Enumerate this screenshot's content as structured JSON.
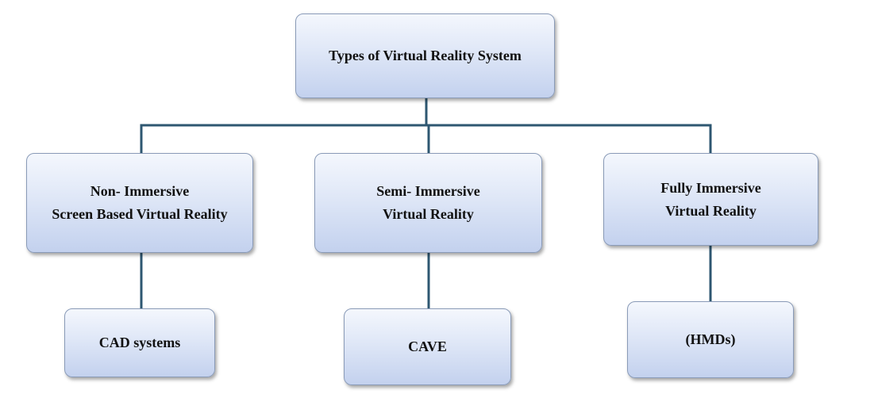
{
  "diagram": {
    "root": {
      "label": "Types of Virtual Reality System"
    },
    "categories": [
      {
        "line1": "Non- Immersive",
        "line2": "Screen Based Virtual Reality",
        "example": "CAD systems"
      },
      {
        "line1": "Semi- Immersive",
        "line2": "Virtual Reality",
        "example": "CAVE"
      },
      {
        "line1": "Fully Immersive",
        "line2": "Virtual Reality",
        "example": "(HMDs)"
      }
    ],
    "colors": {
      "connector": "#2e5771",
      "box_top": "#f4f7fd",
      "box_bottom": "#c3d1ee",
      "box_border": "#8a9bb8",
      "text": "#111111"
    }
  }
}
